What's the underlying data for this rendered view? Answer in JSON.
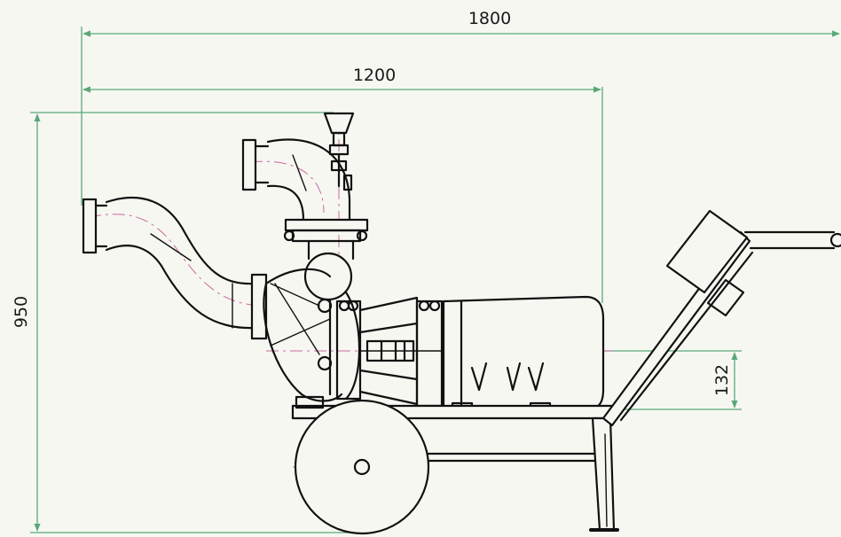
{
  "dimensions": {
    "overall_length": "1800",
    "pump_length": "1200",
    "overall_height": "950",
    "shaft_height": "132"
  },
  "colors": {
    "line": "#111111",
    "dimension": "#5aa878",
    "centerline": "#c86aa0",
    "paper": "#f7f7f2"
  }
}
